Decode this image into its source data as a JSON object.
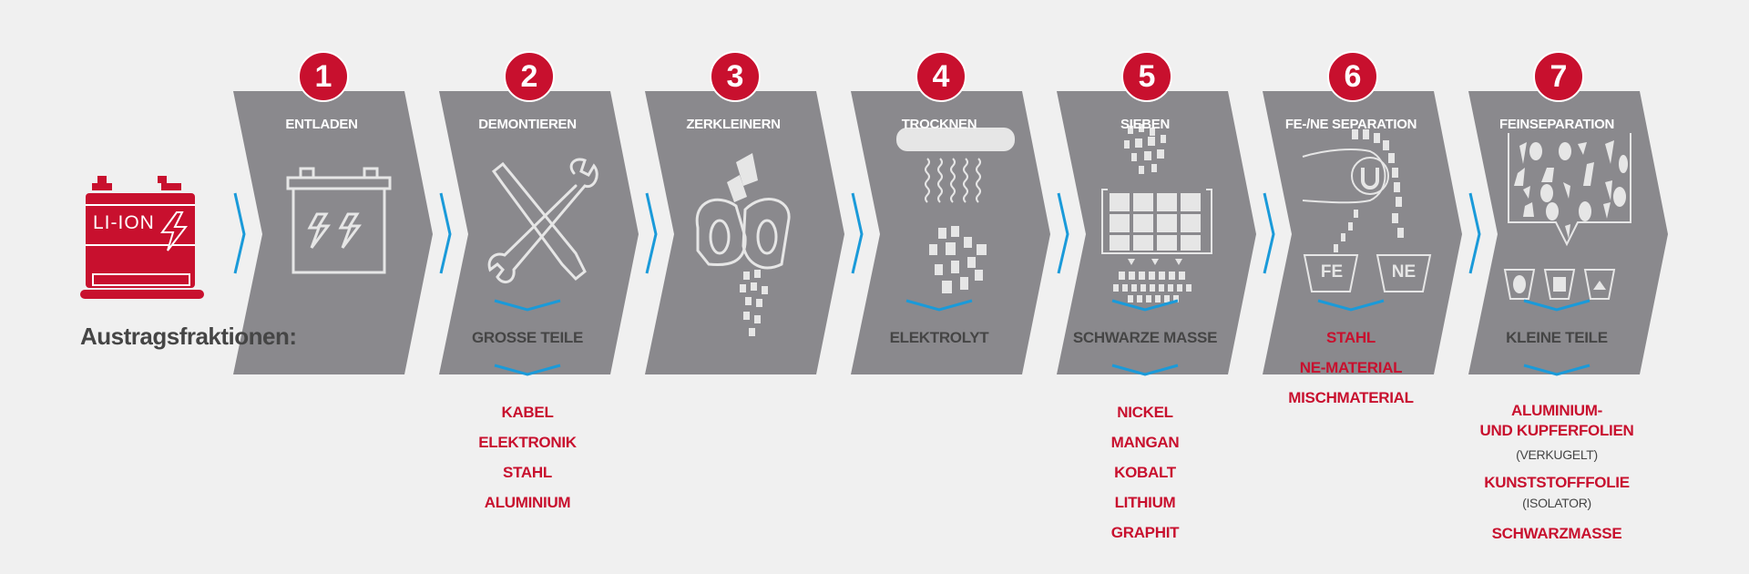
{
  "input": {
    "battery_label": "LI-ION"
  },
  "steps": [
    {
      "number": "1",
      "title": "ENTLADEN"
    },
    {
      "number": "2",
      "title": "DEMONTIEREN"
    },
    {
      "number": "3",
      "title": "ZERKLEINERN"
    },
    {
      "number": "4",
      "title": "TROCKNEN"
    },
    {
      "number": "5",
      "title": "SIEBEN"
    },
    {
      "number": "6",
      "title": "FE-/NE SEPARATION",
      "bins": [
        "FE",
        "NE"
      ]
    },
    {
      "number": "7",
      "title": "FEINSEPARATION"
    }
  ],
  "fractions": {
    "label": "Austragsfraktionen:",
    "demontieren": {
      "header": "GROSSE TEILE",
      "items": [
        "KABEL",
        "ELEKTRONIK",
        "STAHL",
        "ALUMINIUM"
      ]
    },
    "trocknen": {
      "header": "ELEKTROLYT"
    },
    "sieben": {
      "header": "SCHWARZE MASSE",
      "items": [
        "NICKEL",
        "MANGAN",
        "KOBALT",
        "LITHIUM",
        "GRAPHIT"
      ]
    },
    "separation": {
      "items": [
        "STAHL",
        "NE-MATERIAL",
        "MISCHMATERIAL"
      ]
    },
    "feinseparation": {
      "header": "KLEINE TEILE",
      "items": [
        {
          "label_1": "ALUMINIUM-",
          "label_2": "UND KUPFERFOLIEN",
          "note": "(VERKUGELT)"
        },
        {
          "label": "KUNSTSTOFFFOLIE",
          "note": "(ISOLATOR)"
        },
        {
          "label": "SCHWARZMASSE"
        }
      ]
    }
  },
  "colors": {
    "accent_red": "#c8102e",
    "chevron_gray": "#8a898d",
    "arrow_blue": "#1a9ad9",
    "background": "#f0f0f0"
  }
}
